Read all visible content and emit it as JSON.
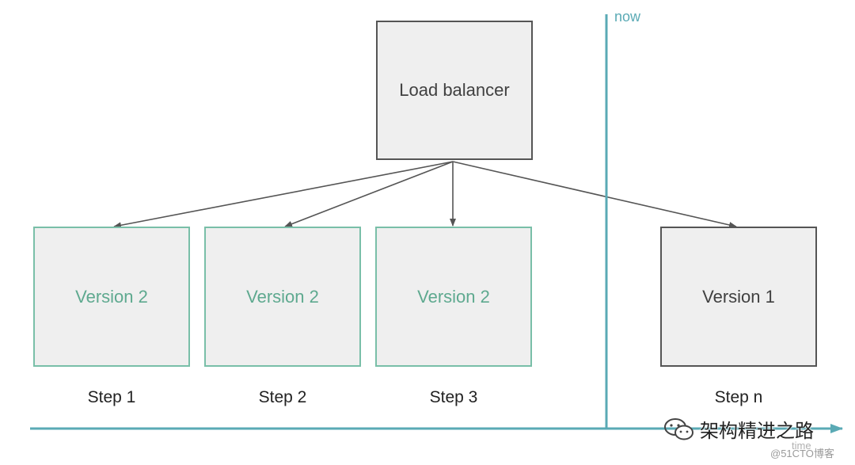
{
  "load_balancer": {
    "label": "Load balancer"
  },
  "nodes": [
    {
      "label": "Version 2",
      "step": "Step 1"
    },
    {
      "label": "Version 2",
      "step": "Step 2"
    },
    {
      "label": "Version 2",
      "step": "Step 3"
    },
    {
      "label": "Version 1",
      "step": "Step n"
    }
  ],
  "timeline": {
    "now_label": "now",
    "axis_label": "time"
  },
  "watermark": {
    "text": "架构精进之路",
    "credit": "@51CTO博客"
  },
  "colors": {
    "new_version": "#79bfa8",
    "old_version": "#555555",
    "now_line": "#5aaab5",
    "arrow": "#555555"
  }
}
